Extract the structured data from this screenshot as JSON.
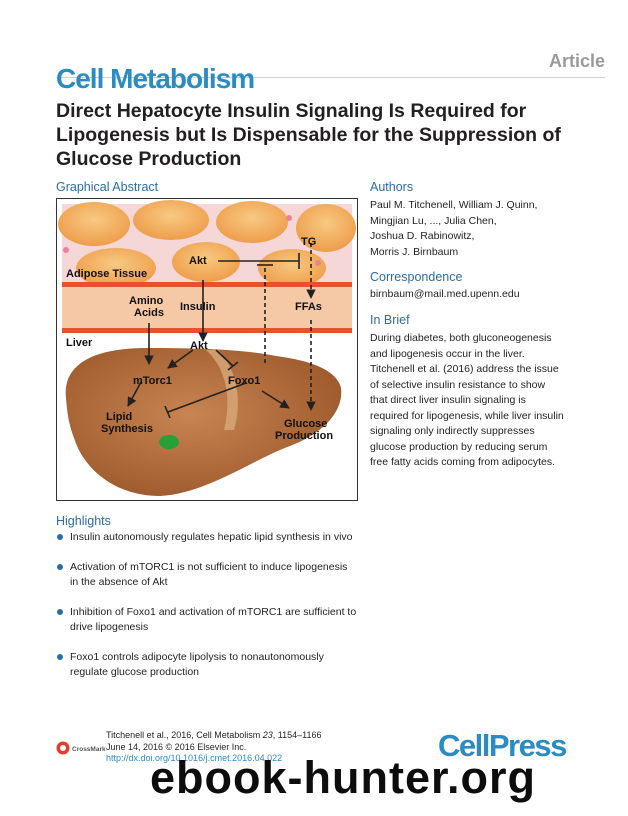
{
  "header": {
    "article_label": "Article",
    "journal": "Cell Metabolism",
    "title": "Direct Hepatocyte Insulin Signaling Is Required for Lipogenesis but Is Dispensable for the Suppression of Glucose Production"
  },
  "graphical_abstract": {
    "heading": "Graphical Abstract",
    "labels": {
      "adipose": "Adipose Tissue",
      "tg": "TG",
      "akt_top": "Akt",
      "amino1": "Amino",
      "amino2": "Acids",
      "insulin": "Insulin",
      "ffas": "FFAs",
      "liver": "Liver",
      "akt_liver": "Akt",
      "mtorc1": "mTorc1",
      "foxo1": "Foxo1",
      "lipid1": "Lipid",
      "lipid2": "Synthesis",
      "glucose1": "Glucose",
      "glucose2": "Production"
    }
  },
  "authors": {
    "heading": "Authors",
    "lines": [
      "Paul M. Titchenell, William J. Quinn,",
      "Mingjian Lu, ..., Julia Chen,",
      "Joshua D. Rabinowitz,",
      "Morris J. Birnbaum"
    ]
  },
  "correspondence": {
    "heading": "Correspondence",
    "email": "birnbaum@mail.med.upenn.edu"
  },
  "in_brief": {
    "heading": "In Brief",
    "lines": [
      "During diabetes, both gluconeogenesis",
      "and lipogenesis occur in the liver.",
      "Titchenell et al. (2016) address the issue",
      "of selective insulin resistance to show",
      "that direct liver insulin signaling is",
      "required for lipogenesis, while liver insulin",
      "signaling only indirectly suppresses",
      "glucose production by reducing serum",
      "free fatty acids coming from adipocytes."
    ]
  },
  "highlights": {
    "heading": "Highlights",
    "items": [
      {
        "l1": "Insulin autonomously regulates hepatic lipid synthesis in vivo",
        "l2": ""
      },
      {
        "l1": "Activation of mTORC1 is not sufficient to induce lipogenesis",
        "l2": "in the absence of Akt"
      },
      {
        "l1": "Inhibition of Foxo1 and activation of mTORC1 are sufficient to",
        "l2": "drive lipogenesis"
      },
      {
        "l1": "Foxo1 controls adipocyte lipolysis to nonautonomously",
        "l2": "regulate glucose production"
      }
    ]
  },
  "footer": {
    "citation_a": "Titchenell et al., 2016, Cell Metabolism ",
    "volume": "23",
    "citation_b": ", 1154–1166",
    "date": "June 14, 2016 © 2016 Elsevier Inc.",
    "doi": "http://dx.doi.org/10.1016/j.cmet.2016.04.022",
    "crossmark": "CrossMark",
    "publisher": "CellPress",
    "watermark": "ebook-hunter.org"
  },
  "colors": {
    "accent": "#2b8cc4",
    "section_heading": "#2b6ca3",
    "adipocyte": "#f3b56f",
    "adipose_band": "#e8512f",
    "liver": "#b56a36"
  }
}
